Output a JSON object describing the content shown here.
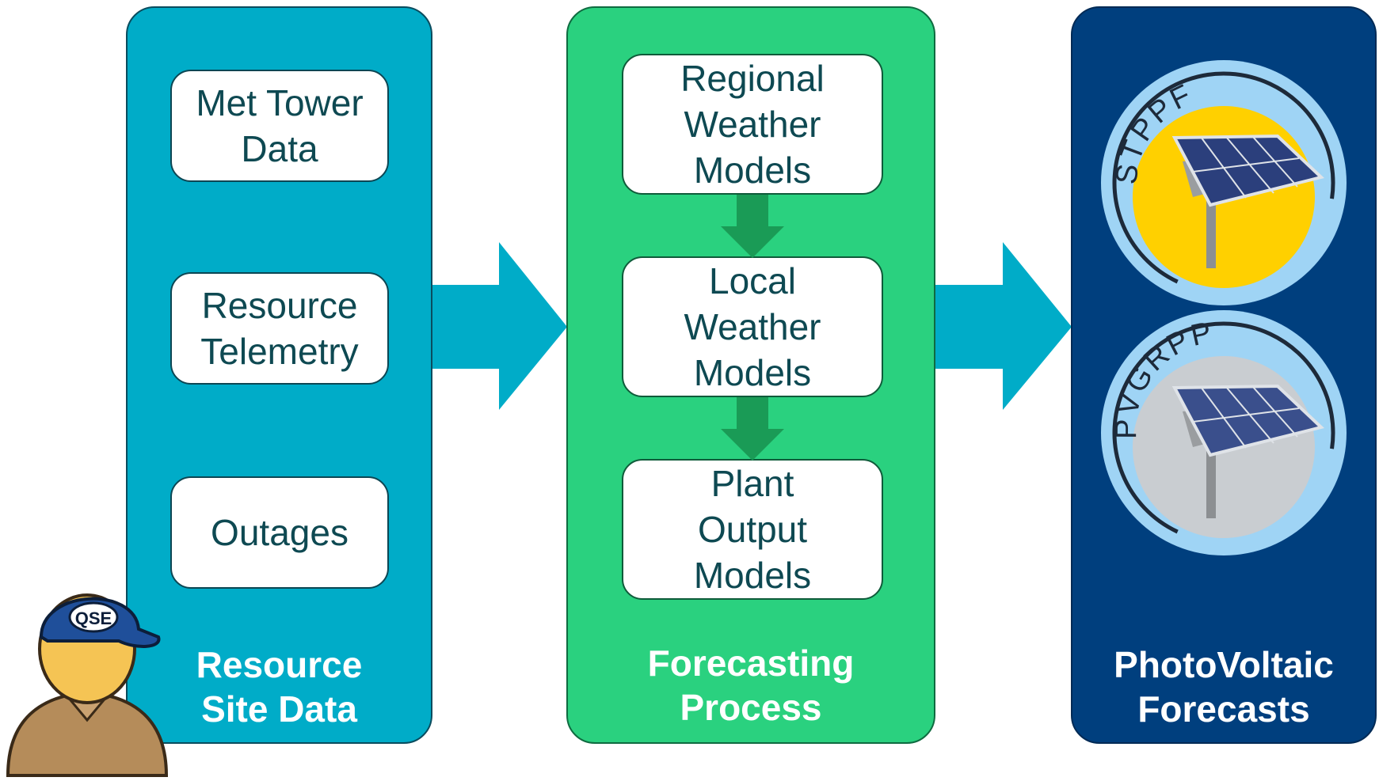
{
  "resource_panel": {
    "boxes": [
      {
        "line1": "Met Tower",
        "line2": "Data"
      },
      {
        "line1": "Resource",
        "line2": "Telemetry"
      },
      {
        "line1": "Outages",
        "line2": ""
      }
    ],
    "title_line1": "Resource",
    "title_line2": "Site Data"
  },
  "forecast_panel": {
    "boxes": [
      {
        "line1": "Regional",
        "line2": "Weather",
        "line3": "Models"
      },
      {
        "line1": "Local",
        "line2": "Weather",
        "line3": "Models"
      },
      {
        "line1": "Plant",
        "line2": "Output",
        "line3": "Models"
      }
    ],
    "title_line1": "Forecasting",
    "title_line2": "Process"
  },
  "pv_panel": {
    "badges": [
      {
        "label": "STPPF",
        "fill": "#ffd000"
      },
      {
        "label": "PVGRPP",
        "fill": "#c9cdd1"
      }
    ],
    "title_line1": "PhotoVoltaic",
    "title_line2": "Forecasts"
  },
  "person": {
    "cap_text": "QSE"
  },
  "colors": {
    "resource": "#00acc8",
    "forecast": "#2ad17f",
    "pv": "#003f7e",
    "flow_arrow": "#00acc8",
    "step_arrow": "#1a9b56"
  }
}
